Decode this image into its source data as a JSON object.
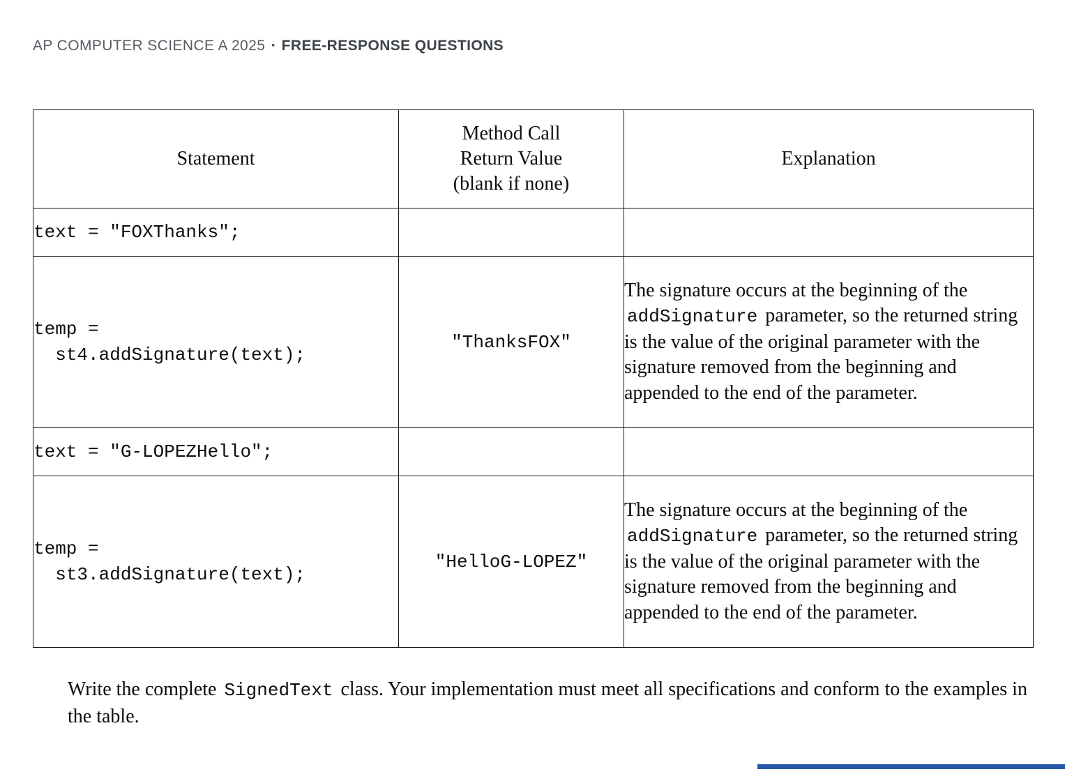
{
  "header": {
    "course": "AP COMPUTER SCIENCE A 2025",
    "separator": "▪",
    "section": "FREE-RESPONSE QUESTIONS"
  },
  "table": {
    "headers": [
      "Statement",
      "Method Call\nReturn Value\n(blank if none)",
      "Explanation"
    ],
    "rows": [
      {
        "statement": "text = \"FOXThanks\";",
        "return_value": "",
        "explanation": {
          "before": "",
          "code": "",
          "after": ""
        }
      },
      {
        "statement": "temp =\n  st4.addSignature(text);",
        "return_value": "\"ThanksFOX\"",
        "explanation": {
          "before": "The signature occurs at the beginning of the ",
          "code": "addSignature",
          "after": " parameter, so the returned string is the value of the original parameter with the signature removed from the beginning and appended to the end of the parameter."
        }
      },
      {
        "statement": "text = \"G-LOPEZHello\";",
        "return_value": "",
        "explanation": {
          "before": "",
          "code": "",
          "after": ""
        }
      },
      {
        "statement": "temp =\n  st3.addSignature(text);",
        "return_value": "\"HelloG-LOPEZ\"",
        "explanation": {
          "before": "The signature occurs at the beginning of the ",
          "code": "addSignature",
          "after": " parameter, so the returned string is the value of the original parameter with the signature removed from the beginning and appended to the end of the parameter."
        }
      }
    ]
  },
  "closing": {
    "before": "Write the complete ",
    "code": "SignedText",
    "after": " class. Your implementation must meet all specifications and conform to the examples in the table."
  },
  "colors": {
    "footer_rule": "#2457a7"
  }
}
